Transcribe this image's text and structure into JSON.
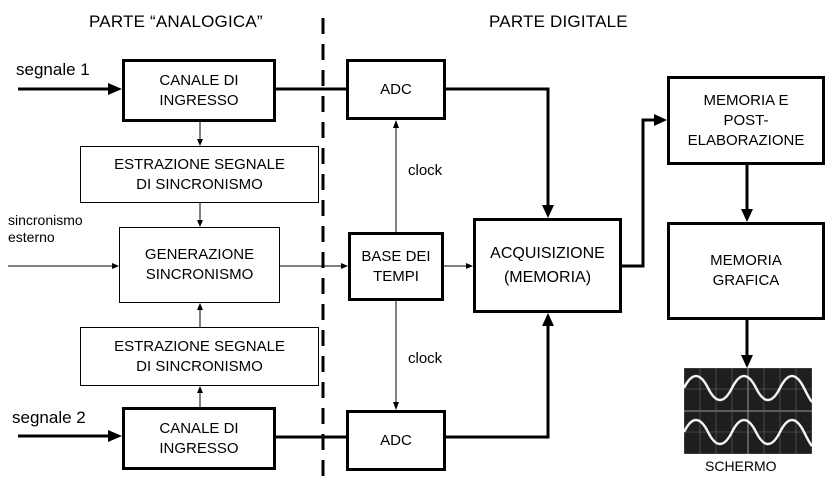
{
  "sections": {
    "analog": "PARTE “ANALOGICA”",
    "digital": "PARTE DIGITALE"
  },
  "signals": {
    "in1": "segnale 1",
    "in2": "segnale 2",
    "ext_sync": "sincronismo\nesterno"
  },
  "blocks": {
    "canale1": "CANALE DI\nINGRESSO",
    "estr1": "ESTRAZIONE SEGNALE\nDI SINCRONISMO",
    "gen_sync": "GENERAZIONE\nSINCRONISMO",
    "estr2": "ESTRAZIONE SEGNALE\nDI SINCRONISMO",
    "canale2": "CANALE DI\nINGRESSO",
    "adc1": "ADC",
    "base_tempi": "BASE DEI\nTEMPI",
    "adc2": "ADC",
    "acq": "ACQUISIZIONE\n(MEMORIA)",
    "mem_post": "MEMORIA E\nPOST-\nELABORAZIONE",
    "mem_graf": "MEMORIA\nGRAFICA"
  },
  "labels": {
    "clock_up": "clock",
    "clock_down": "clock",
    "screen": "SCHERMO"
  }
}
